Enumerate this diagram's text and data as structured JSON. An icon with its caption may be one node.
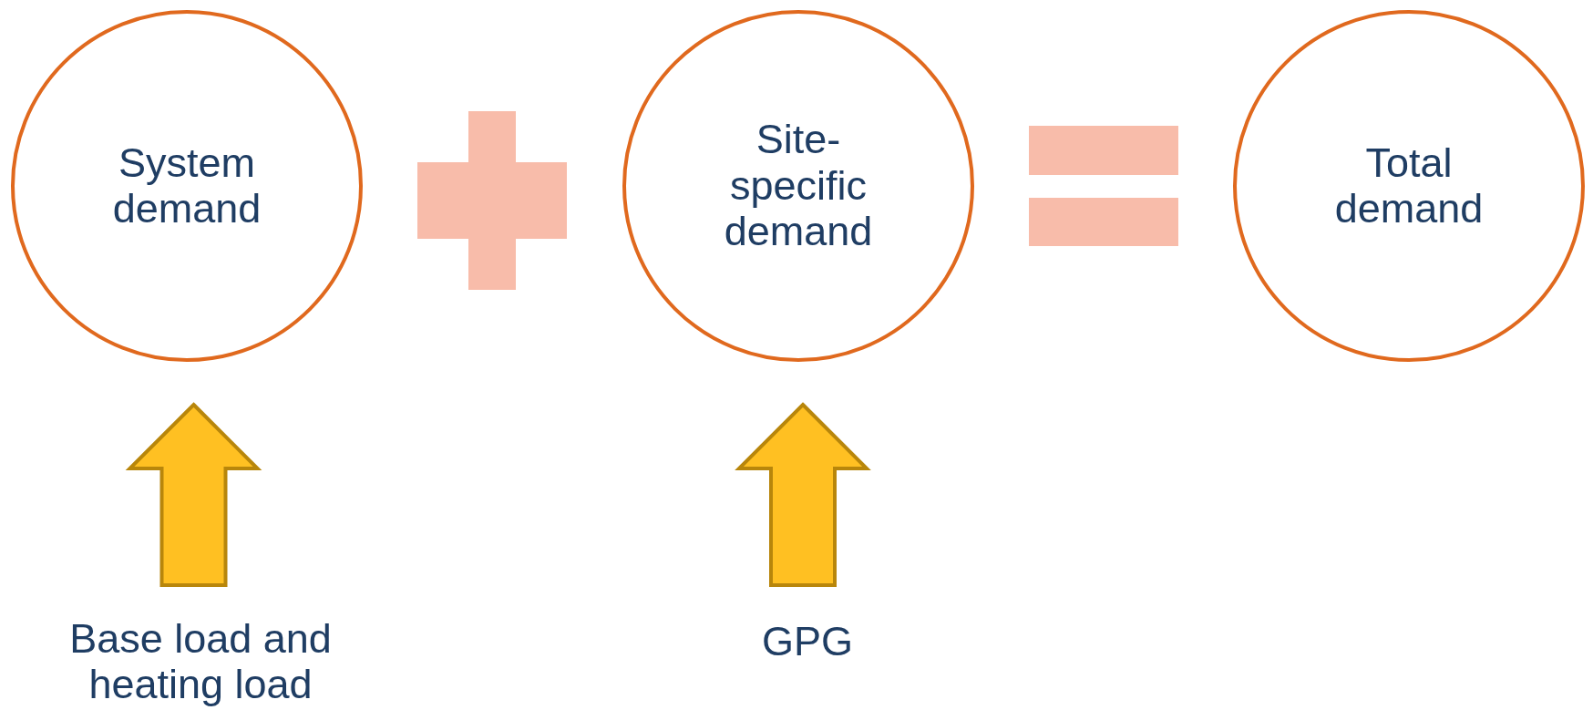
{
  "diagram": {
    "nodes": [
      {
        "text": [
          "System demand"
        ]
      },
      {
        "text": [
          "Site-specific demand"
        ]
      },
      {
        "text": [
          "Total demand"
        ]
      },
      {
        "text": [
          "Base load and heating load"
        ]
      },
      {
        "text": [
          "GPG"
        ]
      }
    ],
    "edges": [
      {
        "from": 3,
        "to": 0,
        "arrow": "to"
      },
      {
        "from": 4,
        "to": 1,
        "arrow": "to"
      }
    ]
  }
}
